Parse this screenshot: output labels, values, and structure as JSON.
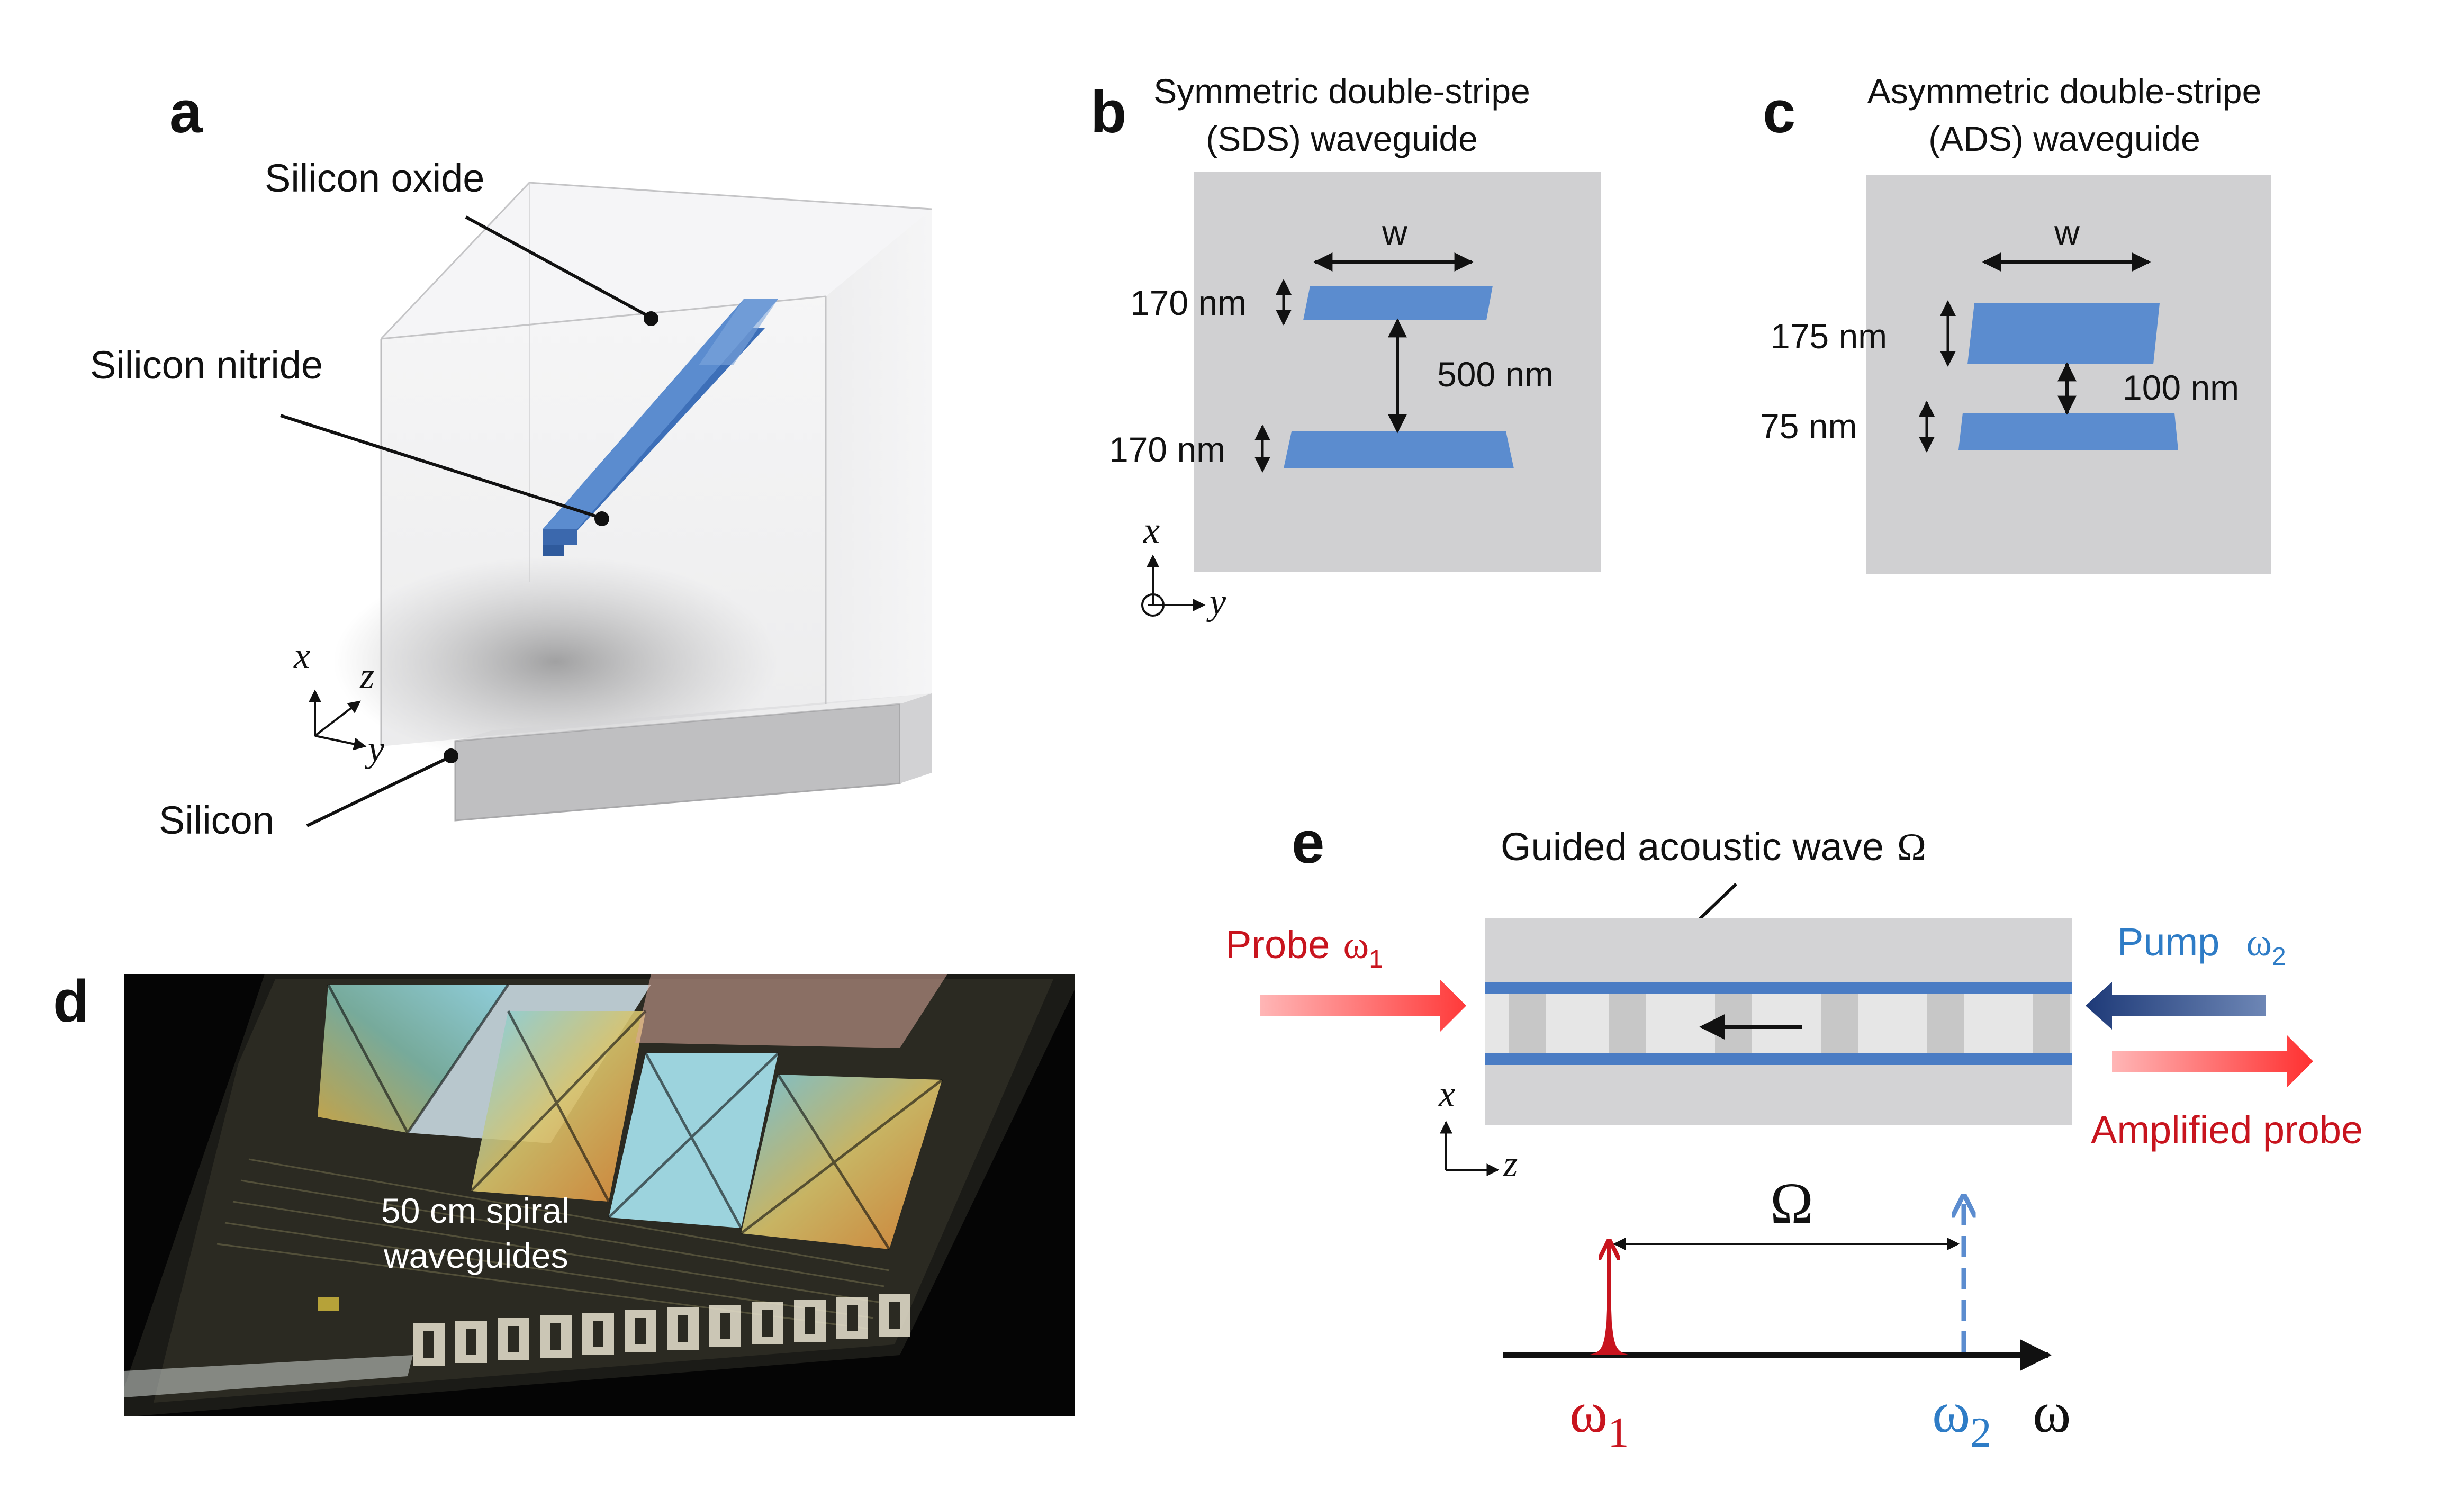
{
  "panels": {
    "a": {
      "label": "a",
      "silicon_oxide": "Silicon oxide",
      "silicon_nitride": "Silicon nitride",
      "silicon": "Silicon",
      "axis_x": "x",
      "axis_y": "y",
      "axis_z": "z"
    },
    "b": {
      "label": "b",
      "title_line1": "Symmetric double-stripe",
      "title_line2": "(SDS) waveguide",
      "width_label": "w",
      "top_thickness": "170 nm",
      "bottom_thickness": "170 nm",
      "gap": "500 nm",
      "axis_x": "x",
      "axis_y": "y"
    },
    "c": {
      "label": "c",
      "title_line1": "Asymmetric double-stripe",
      "title_line2": "(ADS) waveguide",
      "width_label": "w",
      "top_thickness": "175 nm",
      "bottom_thickness": "75 nm",
      "gap": "100 nm"
    },
    "d": {
      "label": "d",
      "caption_line1": "50 cm spiral",
      "caption_line2": "waveguides"
    },
    "e": {
      "label": "e",
      "acoustic_label": "Guided acoustic wave",
      "acoustic_symbol": "Ω",
      "probe_label": "Probe",
      "probe_symbol": "ω",
      "probe_sub": "1",
      "pump_label": "Pump",
      "pump_symbol": "ω",
      "pump_sub": "2",
      "amplified_label": "Amplified probe",
      "axis_x": "x",
      "axis_z": "z",
      "spectrum_gap": "Ω",
      "omega1": "ω",
      "omega1_sub": "1",
      "omega2": "ω",
      "omega2_sub": "2",
      "omega_axis": "ω"
    }
  },
  "colors": {
    "nitride_blue": "#5b8ccf",
    "cladding_gray": "#d0d0d2",
    "probe_red": "#c8141e",
    "pump_blue": "#2e7cc6",
    "pump_arrow_dark": "#2a4a80"
  }
}
